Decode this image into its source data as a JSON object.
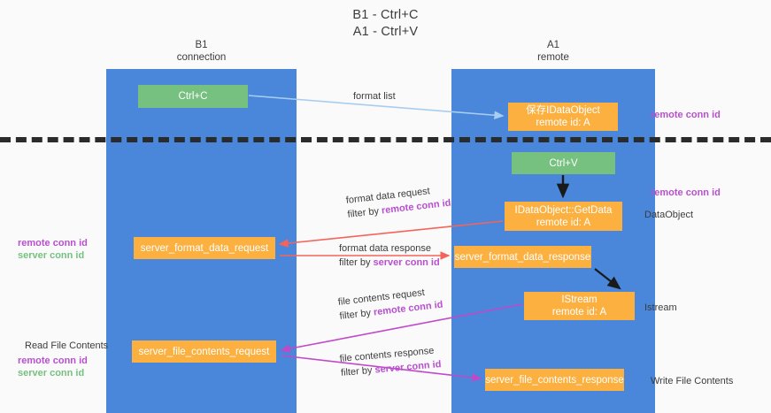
{
  "title": {
    "line1": "B1 - Ctrl+C",
    "line2": "A1 - Ctrl+V"
  },
  "columns": [
    {
      "id": "b1",
      "name": "B1",
      "sub": "connection"
    },
    {
      "id": "a1",
      "name": "A1",
      "sub": "remote"
    }
  ],
  "colors": {
    "lane": "#4a86d9",
    "green_node": "#76c080",
    "orange_node": "#fbb040",
    "remote_conn_id": "#b84fd0",
    "server_conn_id": "#76c080",
    "divider": "#2b2b2b",
    "arrow_format_list": "#a8cdf0",
    "arrow_getdata": "#1a1a1a",
    "arrow_format_data": "#f4645a",
    "arrow_file_contents": "#c049c8",
    "background": "#fafafa"
  },
  "nodes": {
    "ctrl_c": {
      "label": "Ctrl+C",
      "type": "green"
    },
    "dataobject": {
      "line1": "保存IDataObject",
      "line2": "remote id: A",
      "type": "orange"
    },
    "ctrl_v": {
      "label": "Ctrl+V",
      "type": "green"
    },
    "getdata": {
      "line1": "IDataObject::GetData",
      "line2": "remote id: A",
      "type": "orange"
    },
    "server_format_data_request": {
      "label": "server_format_data_request",
      "type": "orange"
    },
    "server_format_data_response": {
      "label": "server_format_data_response",
      "type": "orange"
    },
    "istream": {
      "line1": "IStream",
      "line2": "remote id: A",
      "type": "orange"
    },
    "server_file_contents_request": {
      "label": "server_file_contents_request",
      "type": "orange"
    },
    "server_file_contents_response": {
      "label": "server_file_contents_response",
      "type": "orange"
    }
  },
  "edge_labels": {
    "format_list": "format list",
    "format_data_request": "format data request",
    "format_data_request_filter_prefix": "filter by ",
    "format_data_request_filter_value": "remote conn id",
    "format_data_response": "format data response",
    "format_data_response_filter_prefix": "filter by ",
    "format_data_response_filter_value": "server conn id",
    "file_contents_request": "file contents request",
    "file_contents_request_filter_prefix": "filter by ",
    "file_contents_request_filter_value": "remote conn id",
    "file_contents_response": "file contents response",
    "file_contents_response_filter_prefix": "filter by ",
    "file_contents_response_filter_value": "server conn id"
  },
  "annotations": {
    "right_remote_conn_id_top": "remote conn id",
    "right_remote_conn_id_mid": "remote conn id",
    "right_dataobject": "DataObject",
    "right_istream": "Istream",
    "right_write_file_contents": "Write File Contents",
    "left_remote_conn_id_1": "remote conn id",
    "left_server_conn_id_1": "server conn id",
    "left_read_file_contents": "Read File Contents",
    "left_remote_conn_id_2": "remote conn id",
    "left_server_conn_id_2": "server conn id"
  }
}
